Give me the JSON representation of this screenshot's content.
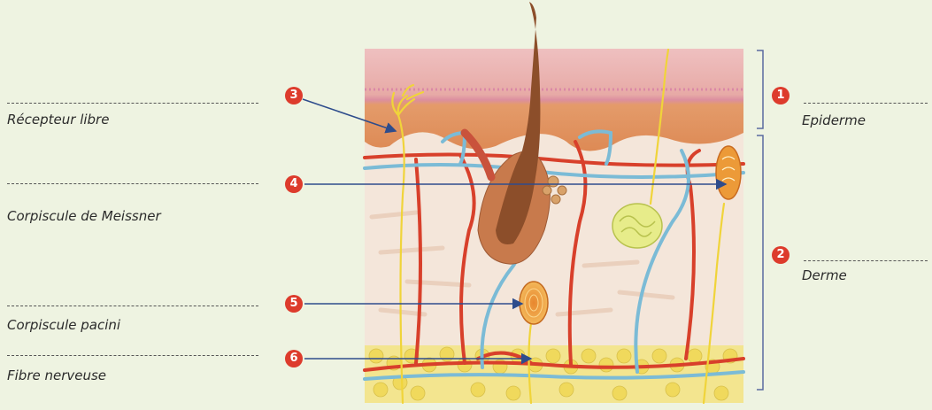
{
  "left_labels": [
    {
      "id": "recepteur-libre",
      "text": "Récepteur libre"
    },
    {
      "id": "corpuscule-meissner",
      "text": "Corpiscule de Meissner"
    },
    {
      "id": "corpuscule-pacini",
      "text": "Corpiscule pacini"
    },
    {
      "id": "fibre-nerveuse",
      "text": "Fibre nerveuse"
    }
  ],
  "right_labels": [
    {
      "id": "epiderme",
      "text": "Epiderme"
    },
    {
      "id": "derme",
      "text": "Derme"
    }
  ],
  "markers": [
    "1",
    "2",
    "3",
    "4",
    "5",
    "6"
  ],
  "colors": {
    "badge": "#dd3b2c",
    "arrow": "#2e4c8c",
    "epidermis_top": "#ecb7b7",
    "epidermis_bottom": "#e29a6c",
    "dermis": "#f4e7dc",
    "fat": "#f1e27c",
    "artery": "#d8402b",
    "vein": "#74b9d6",
    "nerve": "#f4d83c"
  }
}
